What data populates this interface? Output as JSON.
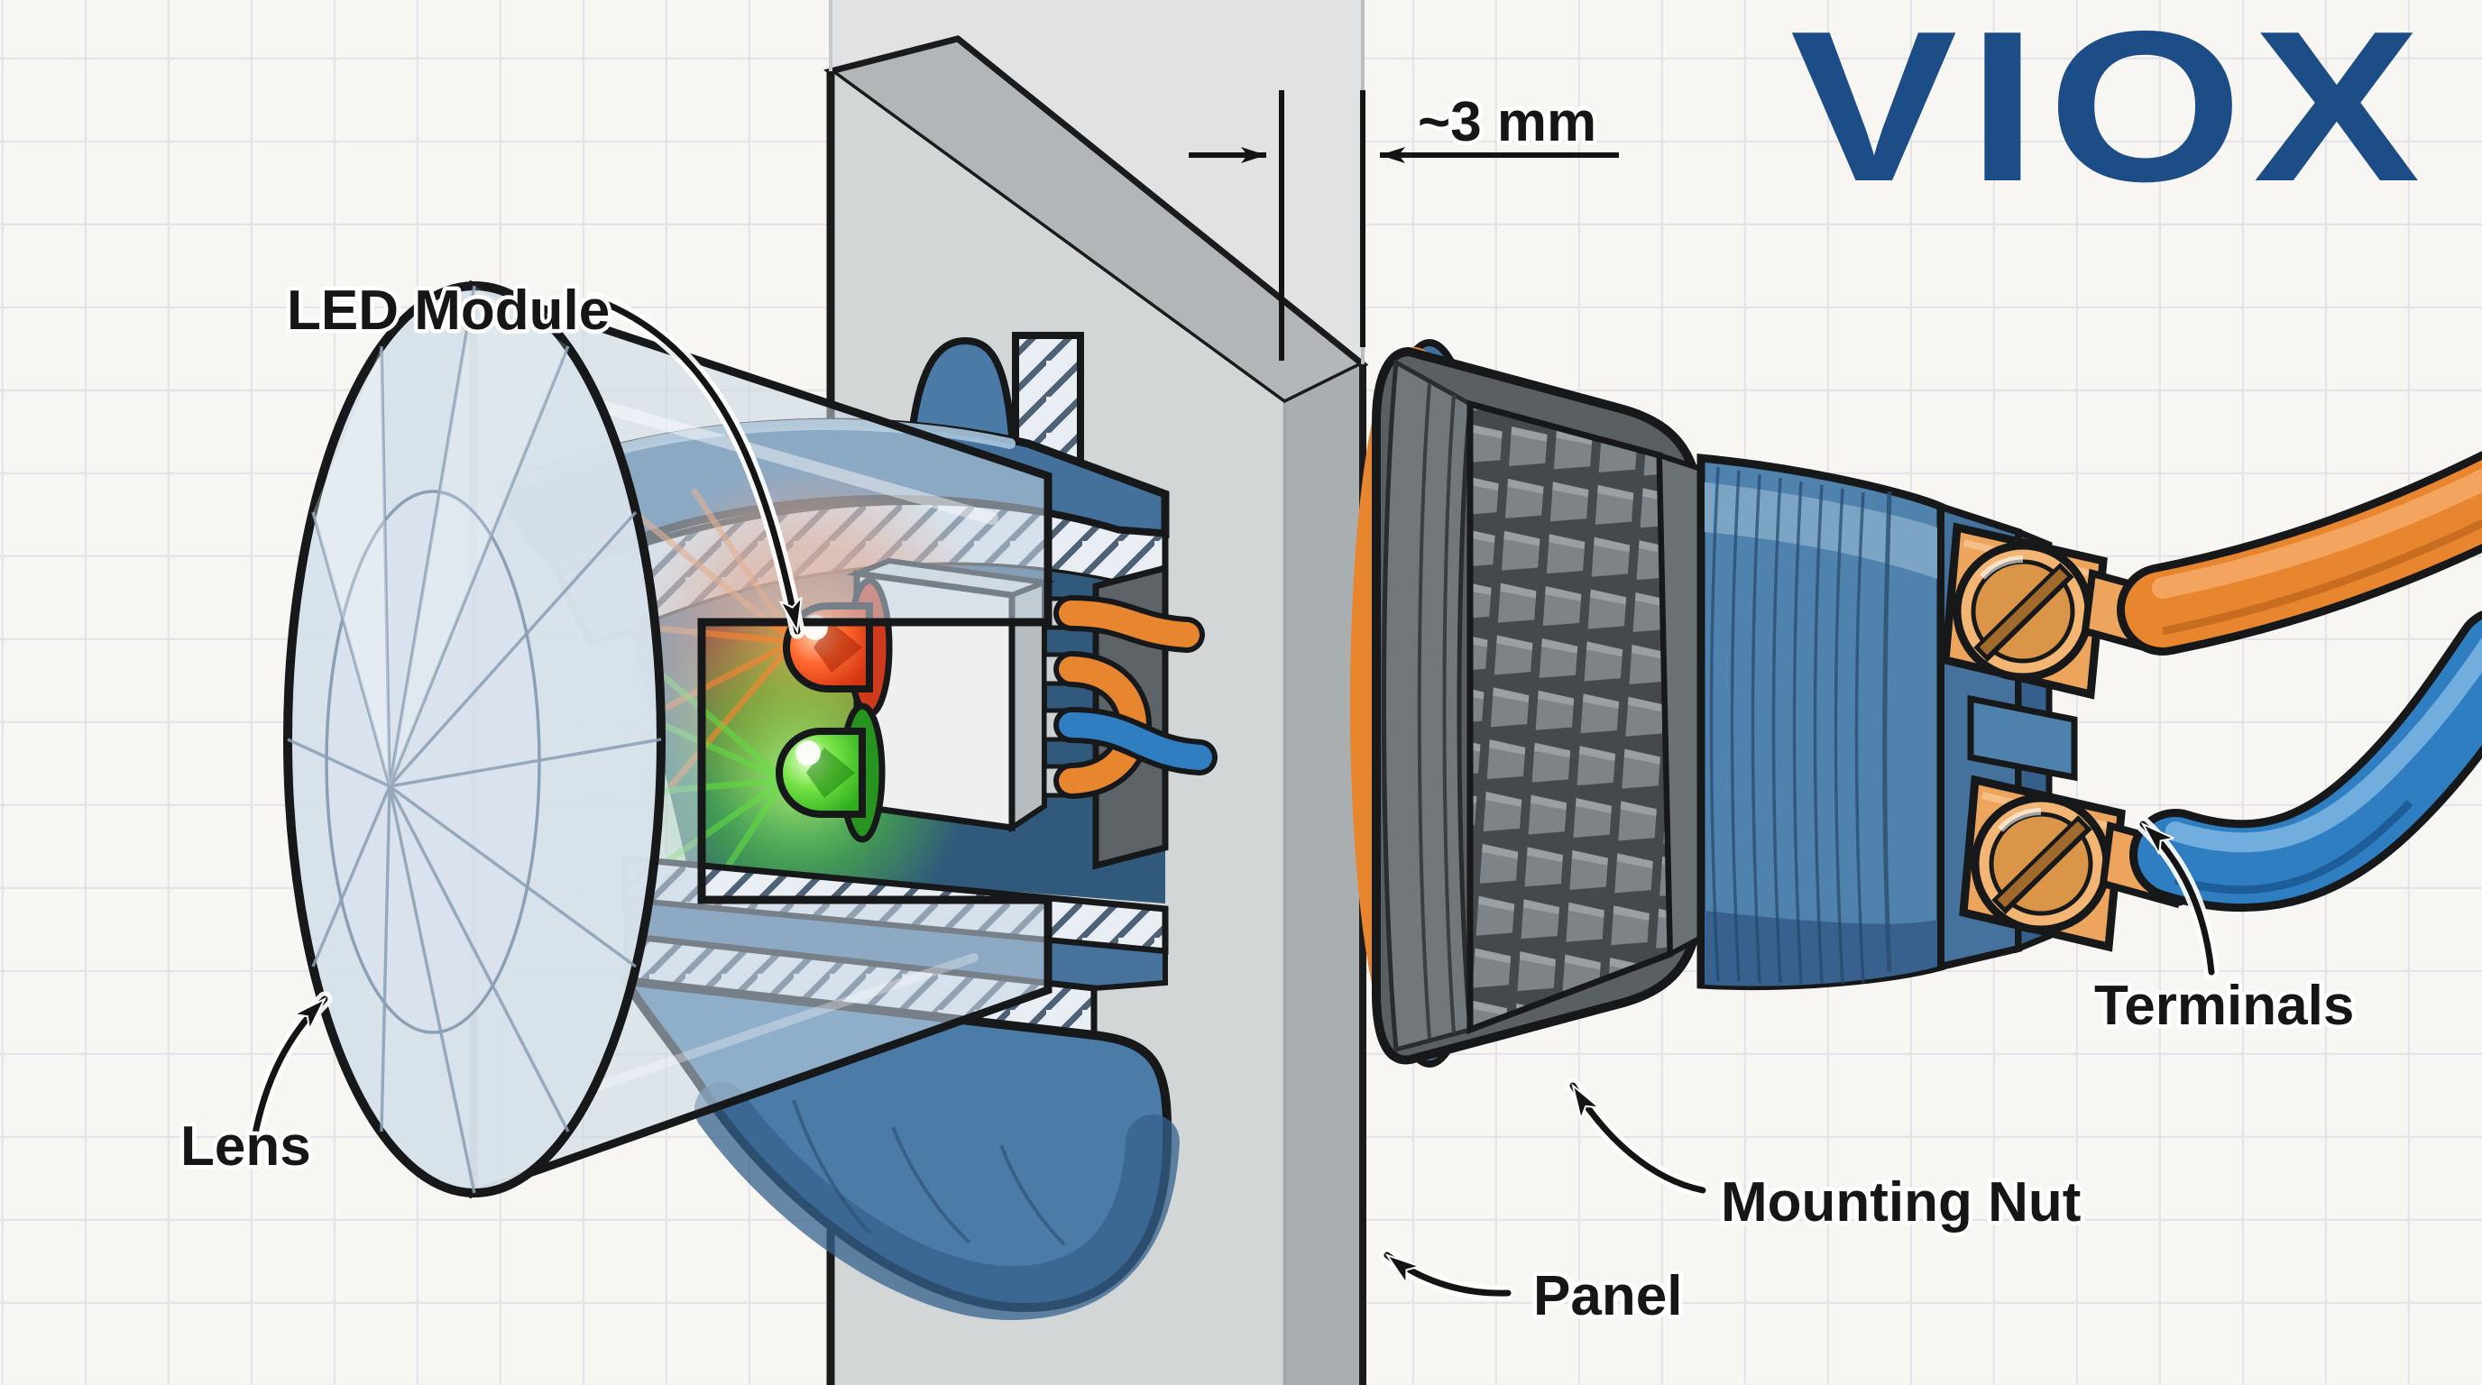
{
  "illustration": {
    "brand_logo": "VIOX",
    "dimension_label": "~3 mm",
    "callouts": {
      "led_module": "LED Module",
      "lens": "Lens",
      "terminals": "Terminals",
      "mounting_nut": "Mounting Nut",
      "panel": "Panel"
    },
    "colors": {
      "background": "#f7f6f3",
      "grid_line": "#e4e3e8",
      "brand_blue": "#1d4d87",
      "housing_blue": "#44719c",
      "interior_blue": "#30597c",
      "lens_glass": "#c9d7e4",
      "panel_gray": "#d3d6d6",
      "panel_edge_gray": "#a9aeb0",
      "nut_gray": "#5a5f61",
      "gasket_orange": "#e8862f",
      "wire_orange": "#e8862f",
      "wire_blue": "#2f7ec2",
      "copper": "#eda55d",
      "led_red": "#f04a22",
      "led_green": "#52c93a",
      "label_ink": "#161616"
    }
  }
}
